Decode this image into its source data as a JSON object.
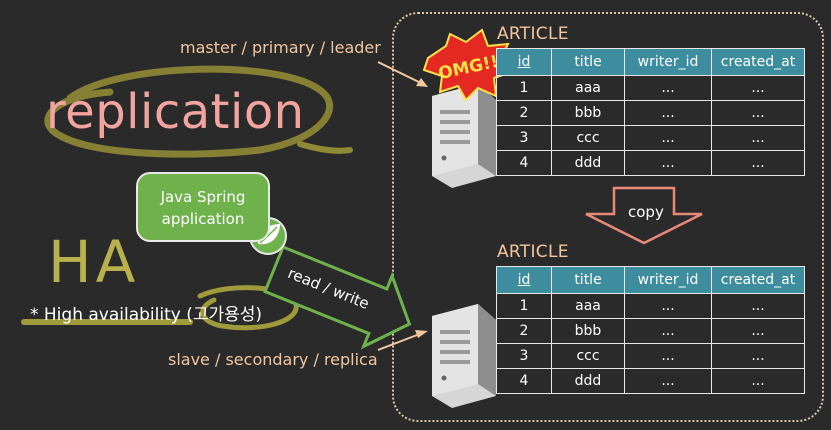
{
  "labels": {
    "master": "master / primary / leader",
    "slave": "slave / secondary / replica",
    "replication": "replication",
    "spring_line1": "Java Spring",
    "spring_line2": "application",
    "ha": "HA",
    "high_availability": "* High availability (고가용성)",
    "read_write": "read / write",
    "copy": "copy",
    "omg": "OMG!!"
  },
  "tables": [
    {
      "title": "ARTICLE",
      "columns": [
        "id",
        "title",
        "writer_id",
        "created_at"
      ],
      "rows": [
        [
          "1",
          "aaa",
          "...",
          "..."
        ],
        [
          "2",
          "bbb",
          "...",
          "..."
        ],
        [
          "3",
          "ccc",
          "...",
          "..."
        ],
        [
          "4",
          "ddd",
          "...",
          "..."
        ]
      ]
    },
    {
      "title": "ARTICLE",
      "columns": [
        "id",
        "title",
        "writer_id",
        "created_at"
      ],
      "rows": [
        [
          "1",
          "aaa",
          "...",
          "..."
        ],
        [
          "2",
          "bbb",
          "...",
          "..."
        ],
        [
          "3",
          "ccc",
          "...",
          "..."
        ],
        [
          "4",
          "ddd",
          "...",
          "..."
        ]
      ]
    }
  ],
  "colors": {
    "background": "#2b2a2a",
    "table_header": "#3d8d9f",
    "label_peach": "#f2c6a0",
    "replication_text": "#f1a4a0",
    "spring_green": "#6fb24c",
    "highlighter": "#9f9a3a",
    "copy_arrow": "#e88a78",
    "rw_arrow": "#6fb24c"
  }
}
